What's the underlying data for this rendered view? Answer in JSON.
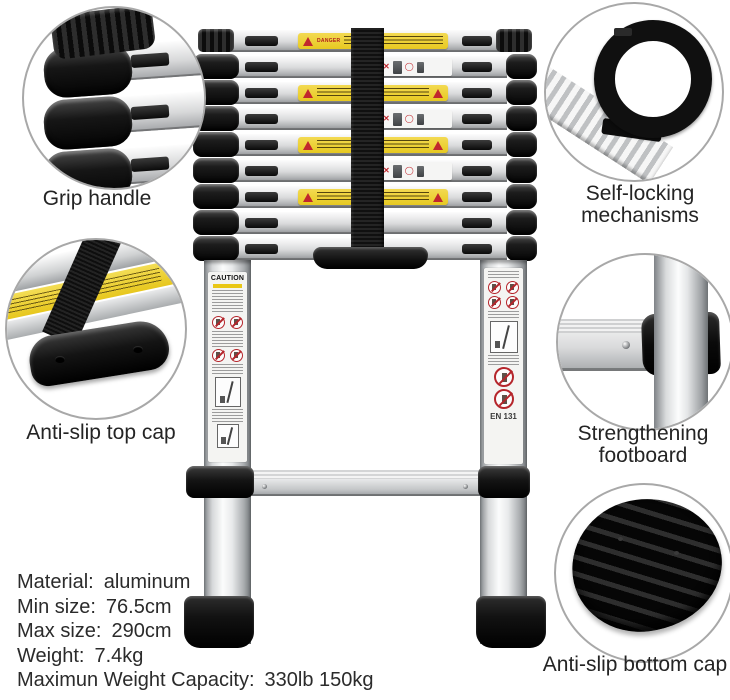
{
  "callouts": {
    "grip_handle": {
      "label": "Grip handle"
    },
    "self_locking": {
      "line1": "Self-locking",
      "line2": "mechanisms"
    },
    "anti_slip_top_cap": {
      "label": "Anti-slip top cap"
    },
    "strengthening_footboard": {
      "line1": "Strengthening",
      "line2": "footboard"
    },
    "anti_slip_bottom_cap": {
      "label": "Anti-slip bottom cap"
    }
  },
  "specs": {
    "rows": [
      {
        "label": "Material:",
        "value": "aluminum"
      },
      {
        "label": "Min size:",
        "value": "76.5cm"
      },
      {
        "label": "Max size:",
        "value": "290cm"
      },
      {
        "label": "Weight:",
        "value": "7.4kg"
      },
      {
        "label": "Maximun Weight Capacity:",
        "value": "330lb 150kg"
      }
    ]
  },
  "ladder": {
    "danger_label": "DANGER",
    "caution_label": "CAUTION",
    "certification": "EN 131"
  },
  "colors": {
    "label_yellow": "#e9c716",
    "warning_red": "#c1272d",
    "part_black": "#141414",
    "silver_light": "#f4f5f6",
    "silver_dark": "#9b9fa3",
    "text": "#2b2b2b",
    "circle_border": "#a8a8a8"
  }
}
